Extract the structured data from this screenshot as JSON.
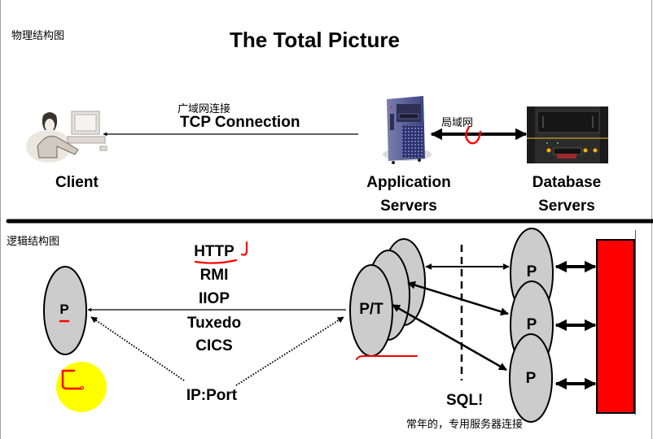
{
  "page": {
    "title": "The Total Picture"
  },
  "physical": {
    "section_label": "物理结构图",
    "wan_label": "广域网连接",
    "tcp_label": "TCP Connection",
    "lan_label": "局域网",
    "client_label": "Client",
    "app_servers_label": [
      "Application",
      "Servers"
    ],
    "db_servers_label": [
      "Database",
      "Servers"
    ]
  },
  "logical": {
    "section_label": "逻辑结构图",
    "client_process_label": "P",
    "protocols": [
      "HTTP",
      "RMI",
      "IIOP",
      "Tuxedo",
      "CICS"
    ],
    "ip_port_label": "IP:Port",
    "app_process_label": "P/T",
    "db_process_labels": [
      "P",
      "P",
      "P"
    ],
    "sql_label": "SQL!",
    "persistent_conn_label": "常年的，专用服务器连接"
  },
  "colors": {
    "process_fill": "#cccccc",
    "database_fill": "#ff0000",
    "annotation_red": "#ff0000",
    "highlight_yellow": "#ffff00"
  }
}
